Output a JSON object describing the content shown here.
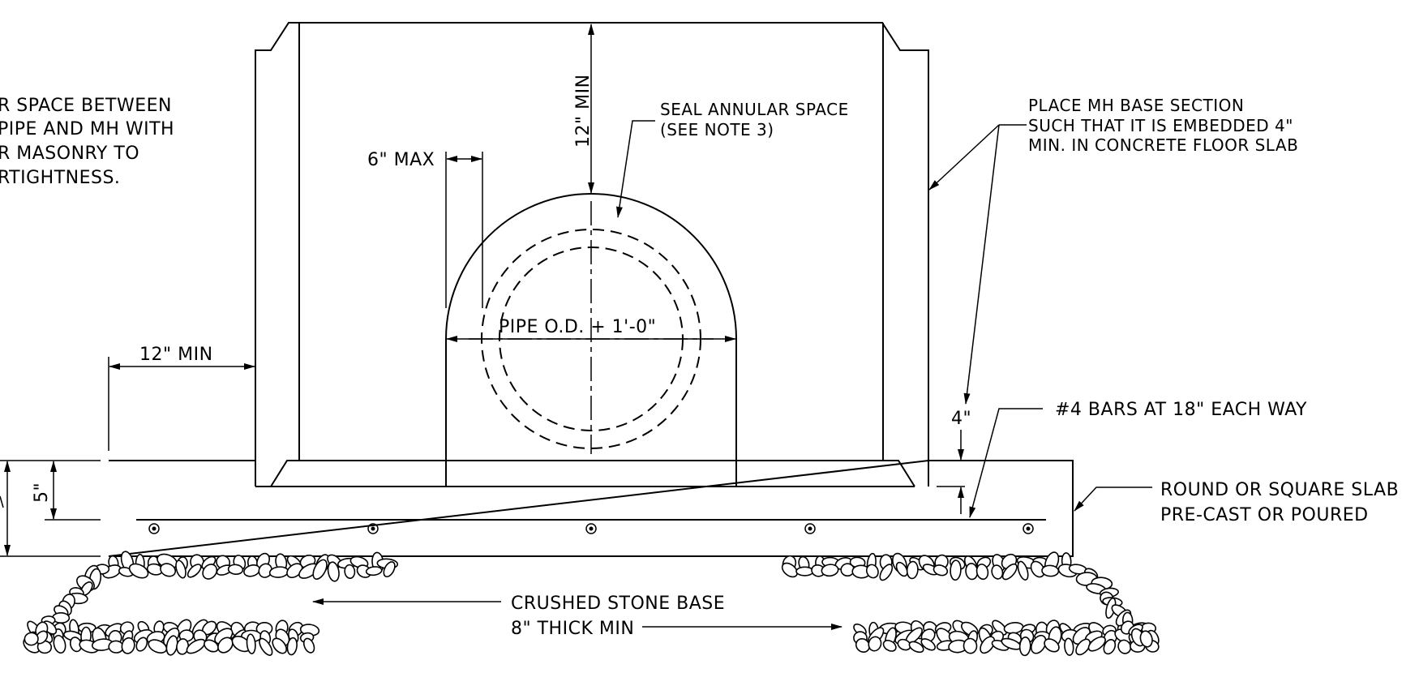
{
  "notes": {
    "left_note": [
      "R SPACE BETWEEN",
      "PIPE AND MH WITH",
      "R MASONRY TO",
      "RTIGHTNESS."
    ],
    "seal_annular": [
      "SEAL ANNULAR SPACE",
      "(SEE NOTE 3)"
    ],
    "place_mh": [
      "PLACE MH BASE SECTION",
      "SUCH THAT IT IS EMBEDDED 4\"",
      "MIN. IN CONCRETE FLOOR SLAB"
    ],
    "bars": "#4 BARS AT 18\" EACH WAY",
    "slab": [
      "ROUND OR SQUARE SLAB",
      "PRE-CAST OR POURED"
    ],
    "stone": [
      "CRUSHED STONE BASE",
      "8\" THICK MIN"
    ]
  },
  "dimensions": {
    "top_clearance": "12\" MIN",
    "max_gap": "6\" MAX",
    "side_clearance": "12\" MIN",
    "pipe_opening": "PIPE O.D. + 1'-0\"",
    "embed": "4\"",
    "bar_cover": "5\""
  },
  "colors": {
    "line": "#000000",
    "background": "#ffffff"
  }
}
